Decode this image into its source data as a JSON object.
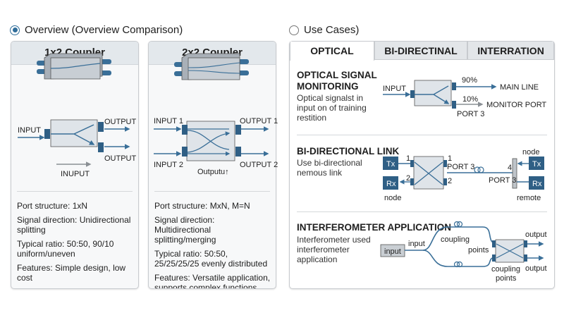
{
  "options": {
    "overview": {
      "label": "Overview (Overview Comparison)",
      "selected": true
    },
    "use_cases": {
      "label": "Use Cases)",
      "selected": false
    }
  },
  "cards": [
    {
      "title": "1x2 Coupler",
      "diagram": {
        "input": "INPUT",
        "output_top": "OUTPUT",
        "output_bottom": "OUTPUT",
        "direction": "INUPUT"
      },
      "lines": [
        "Port structure: 1xN",
        "Signal direction: Unidirectional splitting",
        "Typical ratio: 50:50, 90/10 uniform/uneven",
        "Features: Simple design, low cost"
      ]
    },
    {
      "title": "2x2 Coupler",
      "diagram": {
        "input1": "INPUT 1",
        "input2": "INPUT 2",
        "output1": "OUTPUT 1",
        "output2": "OUTPUT 2",
        "caption": "Outputu↑"
      },
      "lines": [
        "Port structure: MxN, M=N",
        "Signal direction: Multidirectional splitting/merging",
        "Typical ratio: 50:50, 25/25/25/25 evenly distributed",
        "Features: Versatile application, supports complex functions"
      ]
    }
  ],
  "tabs": [
    {
      "label": "OPTICAL",
      "active": true
    },
    {
      "label": "BI-DIRECTINAL",
      "active": false
    },
    {
      "label": "INTERRATION",
      "active": false
    }
  ],
  "sections": {
    "monitoring": {
      "title_line1": "OPTICAL SIGNAL",
      "title_line2": "MONITORING",
      "desc": [
        "Optical signalst in",
        "input on of training",
        "restition"
      ],
      "input": "INPUT",
      "pct_main": "90%",
      "main": "MAIN LINE",
      "pct_monitor": "10%",
      "monitor": "MONITOR PORT",
      "port3": "PORT 3"
    },
    "bidirectional": {
      "title": "BI-DIRECTIONAL LINK",
      "desc": [
        "Use bi-directional",
        "nemous link"
      ],
      "tx": "Tx",
      "rx": "Rx",
      "node_local": "node",
      "node_remote": "node",
      "remote": "remote",
      "p1": "1",
      "p2": "2",
      "p1r": "1",
      "p2r": "2",
      "port3a": "PORT 3",
      "port3b": "PORT 3",
      "p4": "4"
    },
    "interferometer": {
      "title": "INTERFEROMETER APPLICATION",
      "desc": [
        "Interferometer used",
        "interferometer",
        "application"
      ],
      "input_box": "input",
      "input_label": "input",
      "coupling1": "coupling",
      "points1": "points",
      "coupling2": "coupling",
      "points2": "points",
      "output1": "output",
      "output2": "output"
    }
  },
  "colors": {
    "fiber": "#3a6f98",
    "port": "#2f5f85",
    "box": "#dfe4e9",
    "muted": "#8a8f94"
  }
}
